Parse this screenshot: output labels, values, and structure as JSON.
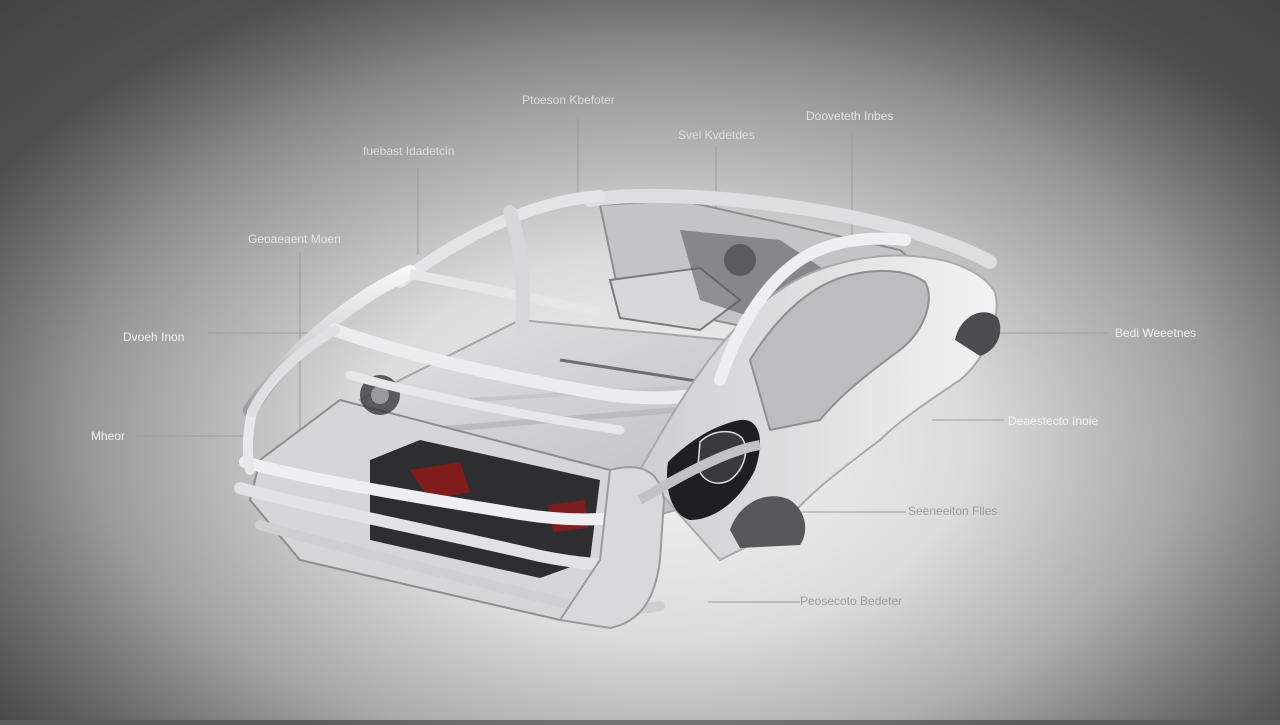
{
  "callouts": [
    {
      "id": "top-center",
      "text": "Ptoeson Kbefoter"
    },
    {
      "id": "upper-left",
      "text": "fuebast Idadetcin"
    },
    {
      "id": "roof-center",
      "text": "Svel Kvdetdes"
    },
    {
      "id": "top-right",
      "text": "Dooveteth Inbes"
    },
    {
      "id": "mid-left",
      "text": "Geoaeaent Moen"
    },
    {
      "id": "left",
      "text": "Dvoeh Inon"
    },
    {
      "id": "far-left",
      "text": "Mheor"
    },
    {
      "id": "right",
      "text": "Bedi Weeetnes"
    },
    {
      "id": "right-lower",
      "text": "Deaestecto Inoie"
    },
    {
      "id": "lower-right",
      "text": "Seeneeiton Flles"
    },
    {
      "id": "bottom",
      "text": "Peosecoto Bedeter"
    }
  ],
  "colors": {
    "frame_light": "#e9e9ea",
    "frame_shadow": "#8c8c8e",
    "frame_edge": "#b7b7b9",
    "dark_part": "#2a2a2c",
    "accent_red": "#8a1b1b",
    "leader_line": "#9a9a9a"
  }
}
